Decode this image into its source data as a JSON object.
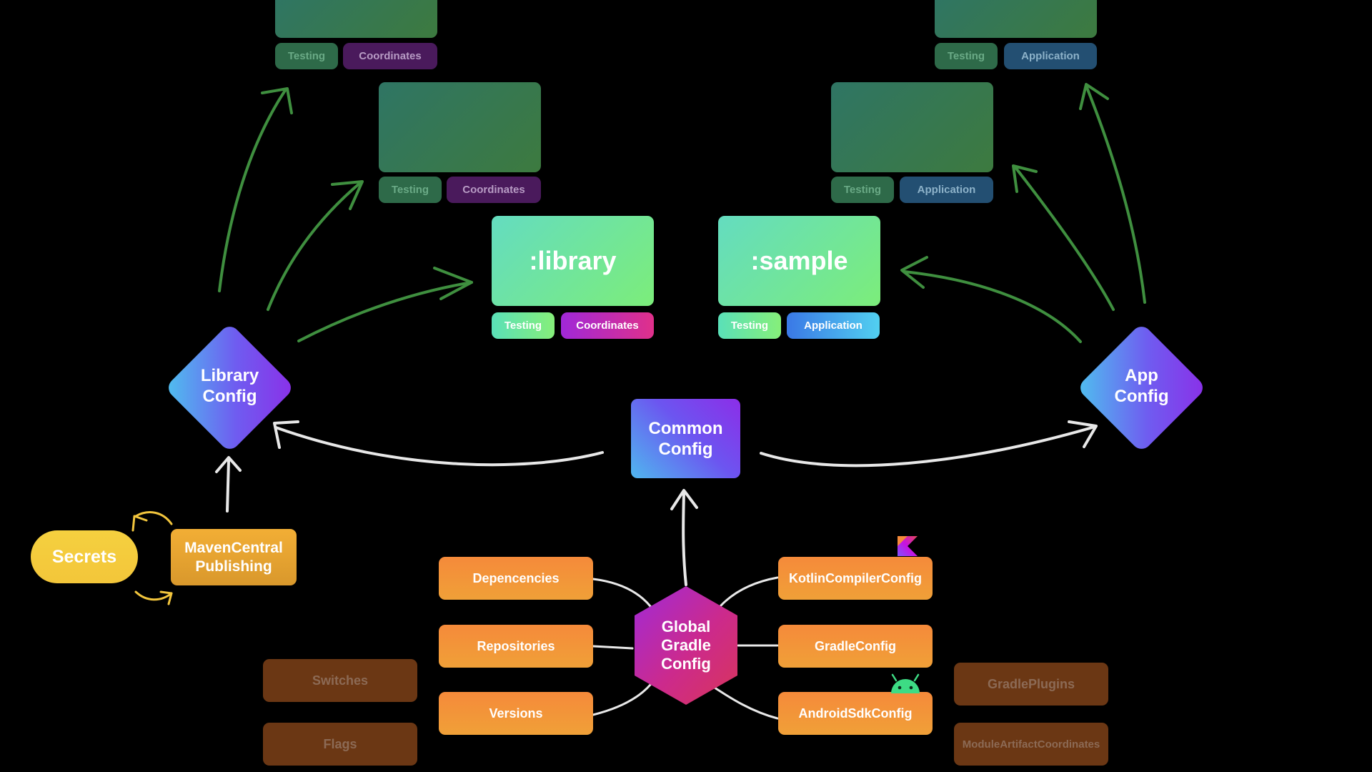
{
  "modules": {
    "library": ":library",
    "sample": ":sample"
  },
  "tags": {
    "testing": "Testing",
    "coordinates": "Coordinates",
    "application": "Application"
  },
  "configs": {
    "library": "Library\nConfig",
    "app": "App\nConfig",
    "common": "Common\nConfig",
    "global": "Global\nGradle\nConfig"
  },
  "publishing": {
    "secrets": "Secrets",
    "maven": "MavenCentral\nPublishing"
  },
  "global_children": {
    "dependencies": "Depencencies",
    "repositories": "Repositories",
    "versions": "Versions",
    "kotlin": "KotlinCompilerConfig",
    "gradle": "GradleConfig",
    "android": "AndroidSdkConfig"
  },
  "extras": {
    "switches": "Switches",
    "flags": "Flags",
    "gradle_plugins": "GradlePlugins",
    "module_artifact_coordinates": "ModuleArtifactCoordinates"
  },
  "colors": {
    "arrow_green": "#3f8f3f",
    "arrow_white": "#e8e8e8",
    "arrow_yellow": "#f2c53d"
  },
  "icons": {
    "kotlin": "kotlin-logo-icon",
    "android": "android-robot-icon"
  }
}
